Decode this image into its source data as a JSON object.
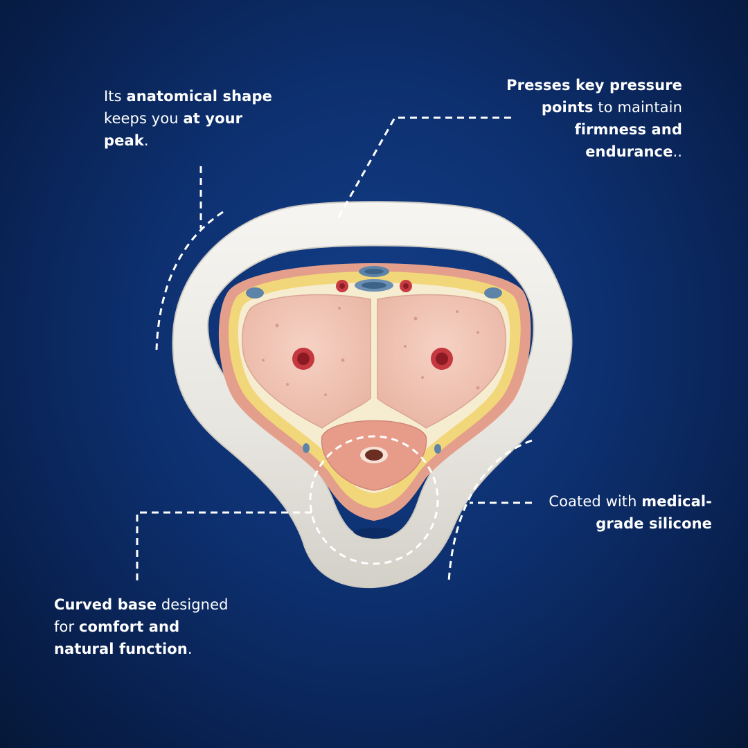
{
  "colors": {
    "background": "#0d2f6e",
    "ring": "#ecebe7",
    "tissue": "#f2c4b4",
    "fat": "#f1d77a",
    "skin": "#e6a08e",
    "artery": "#b8242c",
    "vein": "#5d84a8",
    "annotation_lines": "#ffffff"
  },
  "callouts": {
    "top_left": {
      "p1": "Its ",
      "b1": "anatomical shape",
      "p2": " keeps you ",
      "b2": "at your peak",
      "p3": "."
    },
    "top_right": {
      "b1": "Presses key pressure points",
      "p1": " to maintain ",
      "b2": "firmness and endurance",
      "p2": ".."
    },
    "bottom_right": {
      "p1": "Coated with ",
      "b1": "medical-grade silicone"
    },
    "bottom_left": {
      "b1": "Curved base",
      "p1": " designed for ",
      "b2": "comfort and natural function",
      "p2": "."
    }
  }
}
